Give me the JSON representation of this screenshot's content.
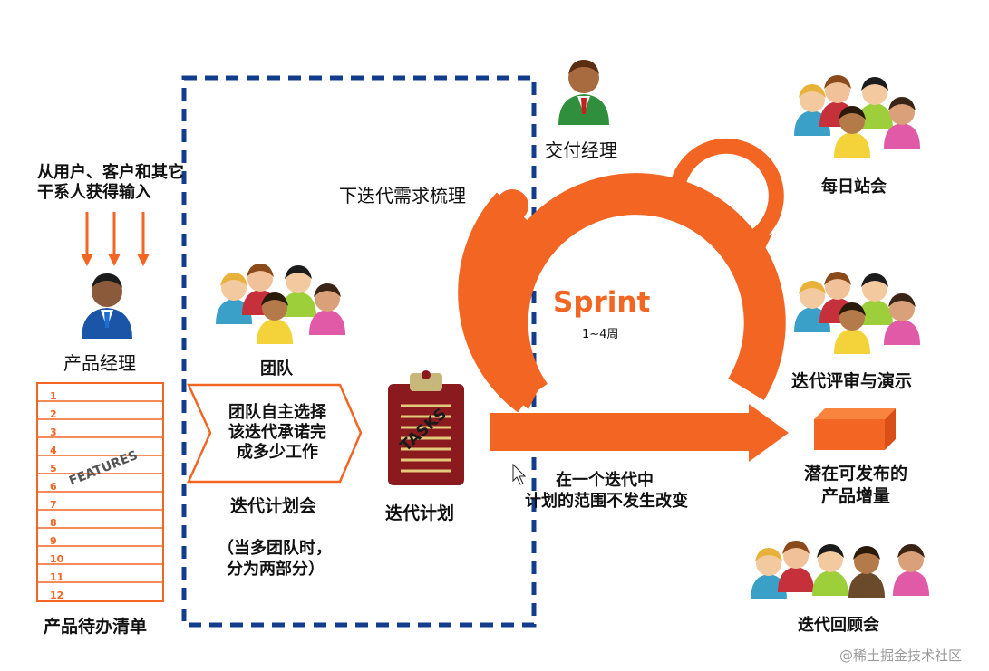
{
  "input_text_line1": "从用户、客户和其它",
  "input_text_line2": "干系人获得输入",
  "product_manager_label": "产品经理",
  "backlog": {
    "items": [
      "1",
      "2",
      "3",
      "4",
      "5",
      "6",
      "7",
      "8",
      "9",
      "10",
      "11",
      "12"
    ],
    "features_label": "FEATURES",
    "title": "产品待办清单"
  },
  "next_iteration_label": "下迭代需求梳理",
  "delivery_manager_label": "交付经理",
  "team_label": "团队",
  "team_select_line1": "团队自主选择",
  "team_select_line2": "该迭代承诺完",
  "team_select_line3": "成多少工作",
  "planning_meeting_label": "迭代计划会",
  "planning_note_line1": "（当多团队时，",
  "planning_note_line2": "分为两部分）",
  "tasks_label": "TASKS",
  "iteration_plan_label": "迭代计划",
  "sprint": {
    "title": "Sprint",
    "duration": "1~4周"
  },
  "scope_note_line1": "在一个迭代中",
  "scope_note_line2": "计划的范围不发生改变",
  "daily_standup_label": "每日站会",
  "review_label": "迭代评审与演示",
  "increment_line1": "潜在可发布的",
  "increment_line2": "产品增量",
  "retro_label": "迭代回顾会",
  "watermark": "@稀土掘金技术社区",
  "colors": {
    "accent_orange": "#f26522",
    "dashed_blue": "#123c8c",
    "clipboard": "#8b1a1f"
  }
}
